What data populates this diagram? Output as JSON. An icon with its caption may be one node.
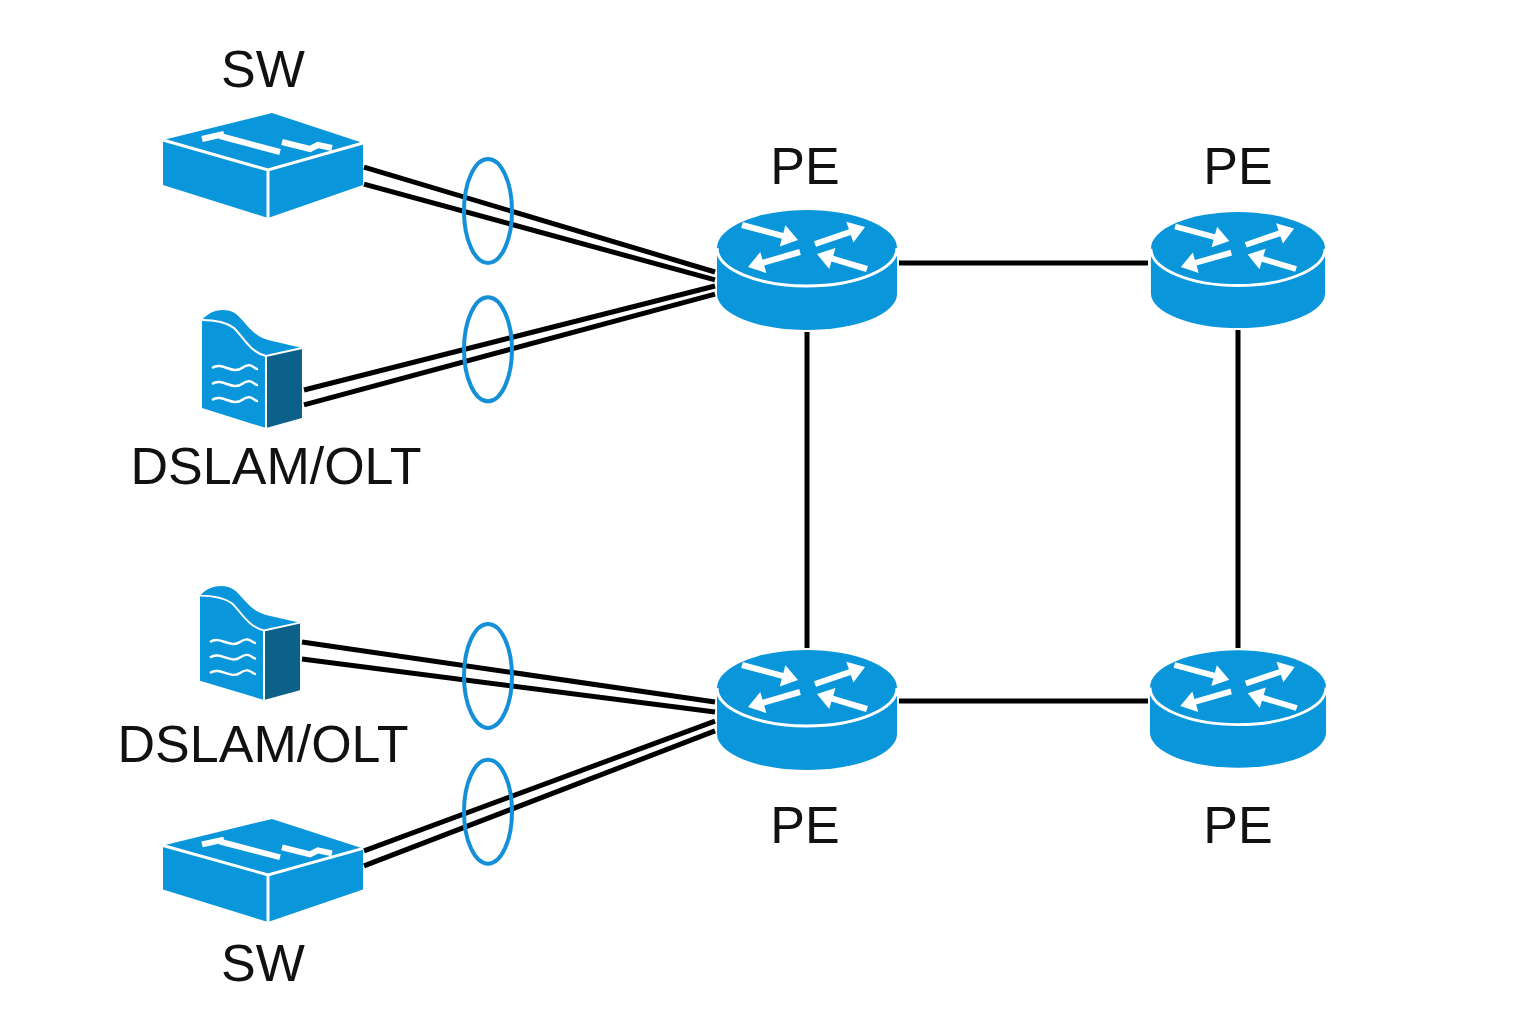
{
  "diagram": {
    "nodes": [
      {
        "text": [
          "SW"
        ]
      },
      {
        "text": [
          "PE"
        ]
      },
      {
        "text": [
          "PE"
        ]
      },
      {
        "text": [
          "DSLAM/OLT"
        ]
      },
      {
        "text": [
          "DSLAM/OLT"
        ]
      },
      {
        "text": [
          "PE"
        ]
      },
      {
        "text": [
          "PE"
        ]
      },
      {
        "text": [
          "SW"
        ]
      }
    ],
    "edges": [
      {
        "from": 0,
        "to": 1,
        "arrow": "none"
      },
      {
        "from": 0,
        "to": 1,
        "arrow": "none"
      },
      {
        "from": 3,
        "to": 1,
        "arrow": "none"
      },
      {
        "from": 3,
        "to": 1,
        "arrow": "none"
      },
      {
        "from": 1,
        "to": 2,
        "arrow": "none"
      },
      {
        "from": 1,
        "to": 5,
        "arrow": "none"
      },
      {
        "from": 2,
        "to": 6,
        "arrow": "none"
      },
      {
        "from": 4,
        "to": 5,
        "arrow": "none"
      },
      {
        "from": 4,
        "to": 5,
        "arrow": "none"
      },
      {
        "from": 7,
        "to": 5,
        "arrow": "none"
      },
      {
        "from": 7,
        "to": 5,
        "arrow": "none"
      },
      {
        "from": 5,
        "to": 6,
        "arrow": "none"
      }
    ]
  }
}
